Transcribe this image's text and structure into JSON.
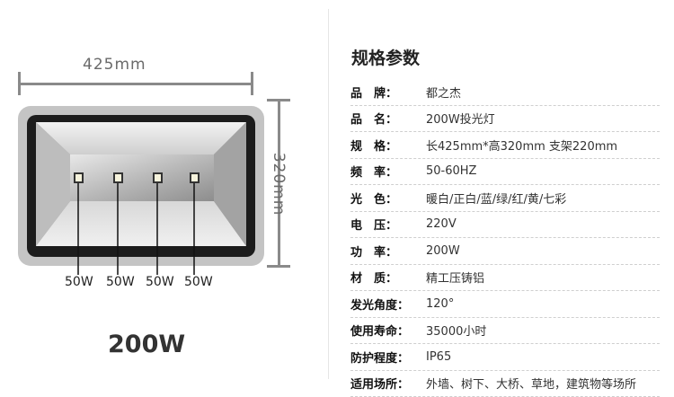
{
  "left": {
    "width_dim": "425mm",
    "height_dim": "320mm",
    "led_watts": [
      "50W",
      "50W",
      "50W",
      "50W"
    ],
    "model": "200W"
  },
  "specs": {
    "title": "规格参数",
    "rows": [
      {
        "key": "品　牌",
        "value": "都之杰"
      },
      {
        "key": "品　名",
        "value": "200W投光灯"
      },
      {
        "key": "规　格",
        "value": "长425mm*高320mm 支架220mm"
      },
      {
        "key": "频　率",
        "value": "50-60HZ"
      },
      {
        "key": "光　色",
        "value": "暖白/正白/蓝/绿/红/黄/七彩"
      },
      {
        "key": "电　压",
        "value": "220V"
      },
      {
        "key": "功　率",
        "value": "200W"
      },
      {
        "key": "材　质",
        "value": "精工压铸铝"
      },
      {
        "key": "发光角度",
        "value": "120°"
      },
      {
        "key": "使用寿命",
        "value": "35000小时"
      },
      {
        "key": "防护程度",
        "value": "IP65"
      },
      {
        "key": "适用场所",
        "value": "外墙、树下、大桥、草地，建筑物等场所"
      }
    ]
  },
  "colors": {
    "frame_dark": "#1a1a1a",
    "frame_grey": "#c8c8c8",
    "led": "#f4f1d8",
    "dim_line": "#8a8a8a"
  }
}
